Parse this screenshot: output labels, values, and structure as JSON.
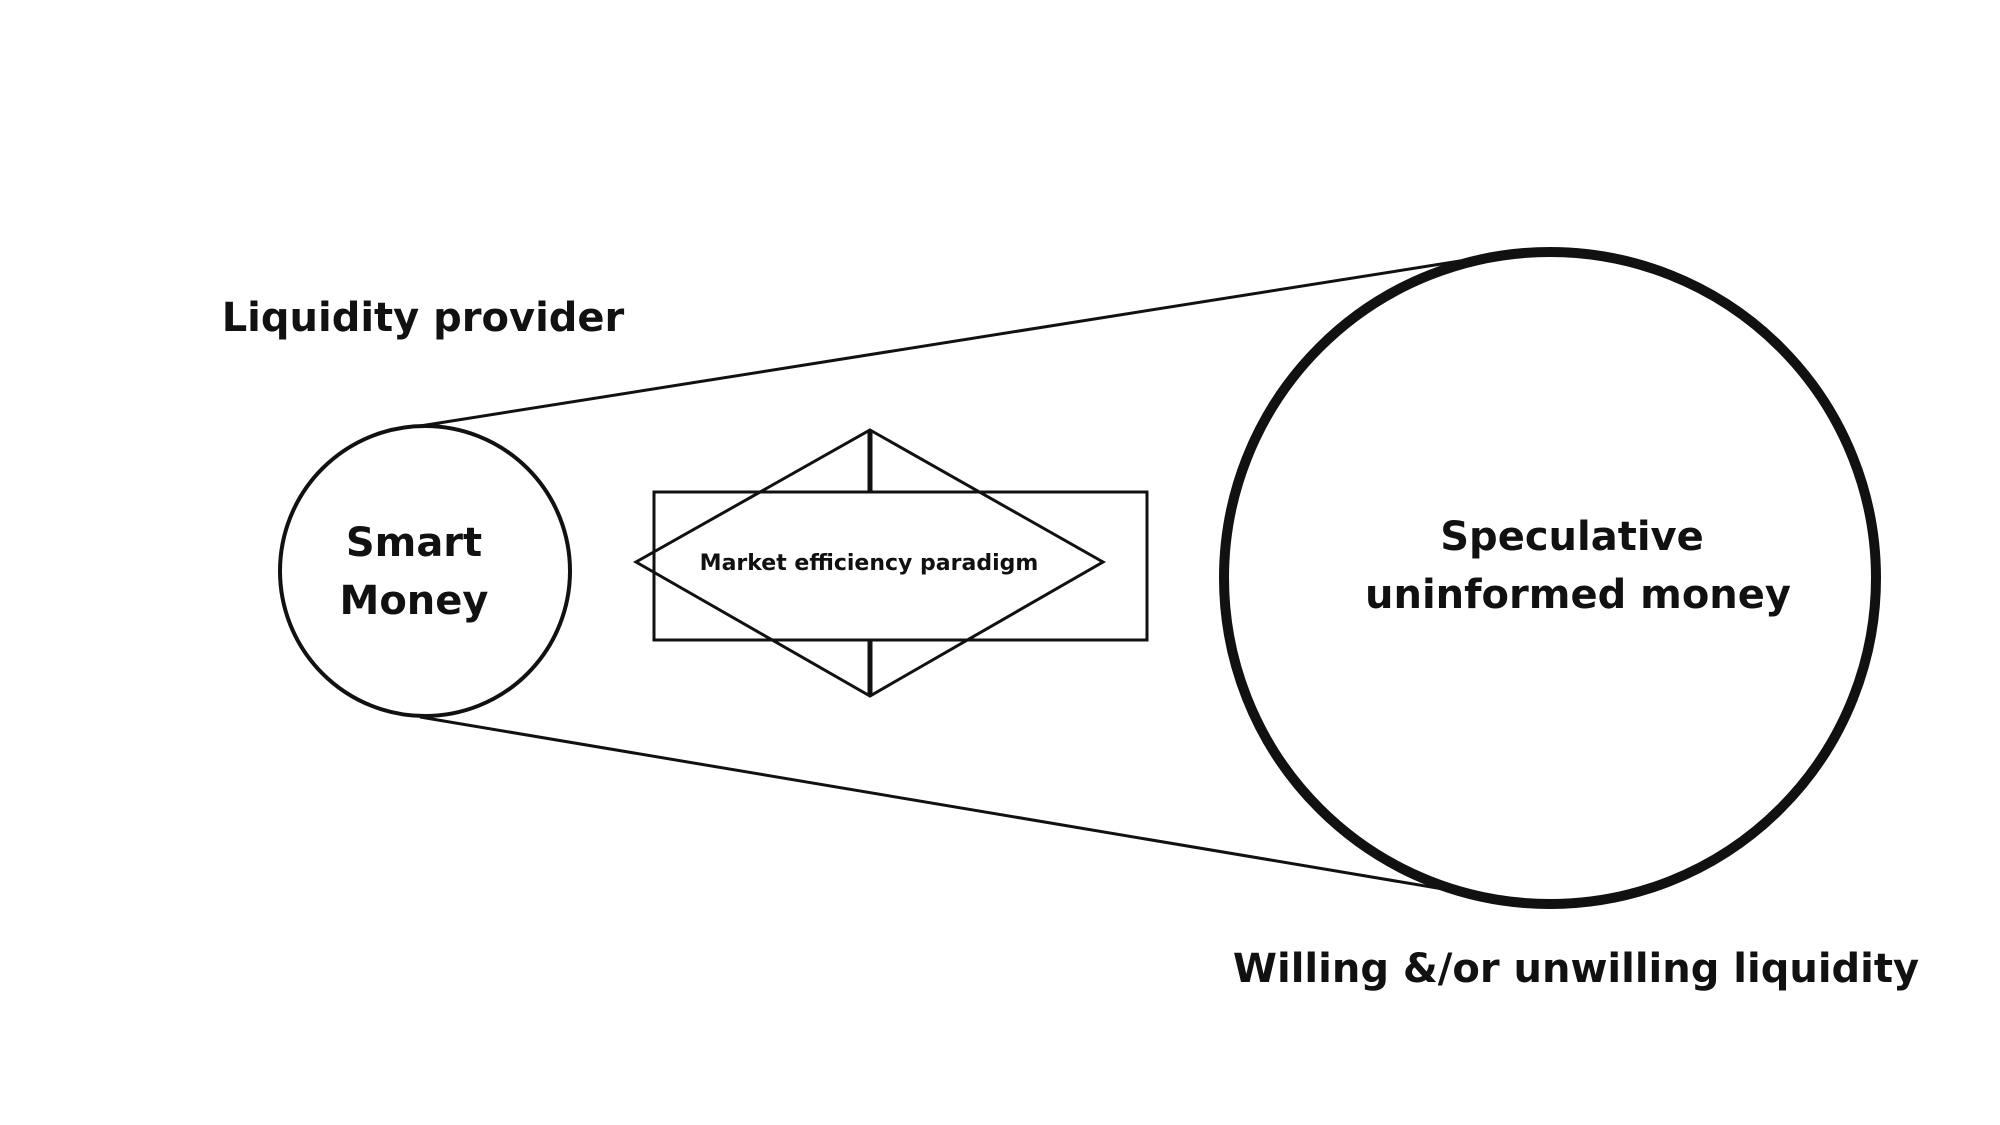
{
  "diagram": {
    "labels": {
      "liquidity_provider": "Liquidity provider",
      "smart_money_line1": "Smart",
      "smart_money_line2": "Money",
      "market_efficiency": "Market efficiency paradigm",
      "speculative_line1": "Speculative",
      "speculative_line2": "uninformed money",
      "willing_liquidity": "Willing &/or unwilling liquidity"
    },
    "nodes": [
      {
        "id": "smart-money",
        "shape": "circle",
        "label": "Smart Money"
      },
      {
        "id": "market-efficiency-paradigm",
        "shape": "diamond over rectangle",
        "label": "Market efficiency paradigm"
      },
      {
        "id": "speculative-uninformed-money",
        "shape": "circle",
        "label": "Speculative uninformed money"
      }
    ],
    "connections": [
      {
        "from": "smart-money",
        "to": "speculative-uninformed-money",
        "type": "tangent line"
      },
      {
        "from": "smart-money",
        "to": "speculative-uninformed-money",
        "type": "tangent line"
      }
    ],
    "colors": {
      "stroke": "#111111",
      "background": "#ffffff"
    }
  }
}
